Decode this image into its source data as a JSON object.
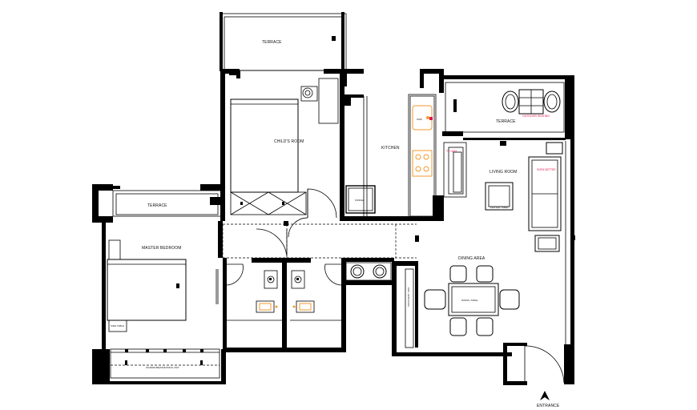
{
  "rooms": {
    "terrace_top": "TERRACE",
    "childs_room": "CHILD'S ROOM",
    "kitchen": "KITCHEN",
    "terrace_right": "TERRACE",
    "living_room": "LIVING ROOM",
    "terrace_left": "TERRACE",
    "master_bedroom": "MASTER BEDROOM",
    "dining_area": "DINING AREA"
  },
  "entrance": "ENTRANCE",
  "colors": {
    "wall": "#000000",
    "fixture_orange": "#f29a2e",
    "annotation_red": "#e8124a"
  }
}
